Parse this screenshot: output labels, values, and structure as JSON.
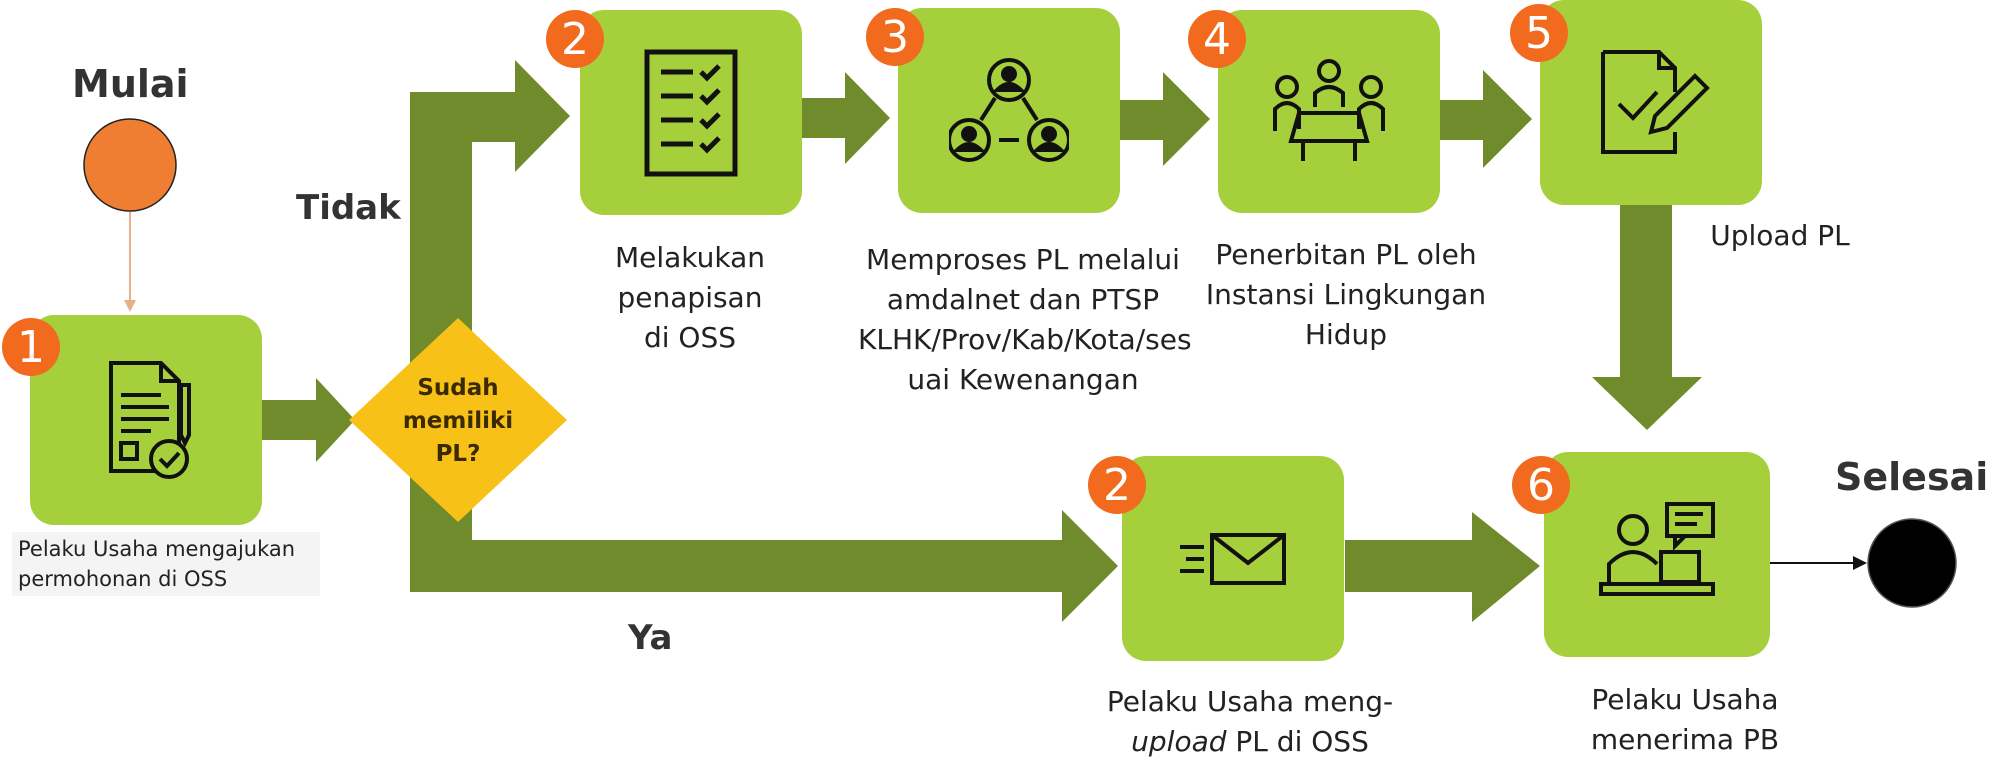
{
  "start_label": "Mulai",
  "end_label": "Selesai",
  "decision": {
    "line1": "Sudah",
    "line2": "memiliki",
    "line3": "PL?"
  },
  "branch_no": "Tidak",
  "branch_yes": "Ya",
  "steps": {
    "s1": {
      "badge": "1",
      "icon": "document-check-icon",
      "caption_l1": "Pelaku Usaha mengajukan",
      "caption_l2": "permohonan di OSS"
    },
    "s2a": {
      "badge": "2",
      "icon": "checklist-icon",
      "caption_l1": "Melakukan penapisan",
      "caption_l2": "di OSS"
    },
    "s3": {
      "badge": "3",
      "icon": "network-people-icon",
      "caption_l1": "Memproses PL melalui",
      "caption_l2": "amdalnet dan PTSP",
      "caption_l3": "KLHK/Prov/Kab/Kota/ses",
      "caption_l4": "uai Kewenangan"
    },
    "s4": {
      "badge": "4",
      "icon": "meeting-icon",
      "caption_l1": "Penerbitan PL oleh",
      "caption_l2": "Instansi Lingkungan",
      "caption_l3": "Hidup"
    },
    "s5": {
      "badge": "5",
      "icon": "edit-document-icon",
      "caption_l1": "Upload PL"
    },
    "s2b": {
      "badge": "2",
      "icon": "envelope-icon",
      "caption_l1": "Pelaku Usaha meng-",
      "caption_l2_italic": "upload",
      "caption_l2_rest": " PL di OSS"
    },
    "s6": {
      "badge": "6",
      "icon": "user-computer-icon",
      "caption_l1": "Pelaku Usaha",
      "caption_l2": "menerima PB"
    }
  },
  "colors": {
    "box": "#a6cf3c",
    "arrow": "#6f8b2b",
    "badge": "#f16a1d",
    "start": "#ef7d32",
    "decision": "#f7c117"
  }
}
